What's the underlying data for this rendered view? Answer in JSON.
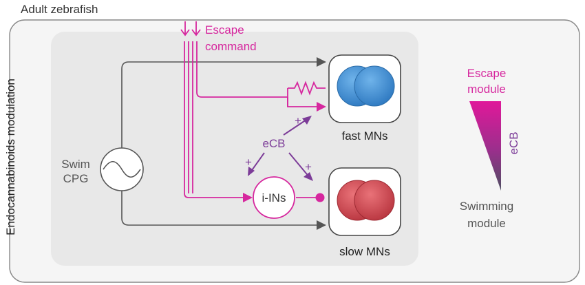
{
  "figure": {
    "title": "Adult zebrafish",
    "side_label": "Endocannabinoids modulation"
  },
  "circuit": {
    "escape_command": [
      "Escape",
      "command"
    ],
    "swim_cpg": [
      "Swim",
      "CPG"
    ],
    "ecb": "eCB",
    "plus": "+",
    "interneurons": "i-INs",
    "fast_mns": "fast MNs",
    "slow_mns": "slow MNs"
  },
  "gradient": {
    "top_label": [
      "Escape",
      "module"
    ],
    "axis_label": "eCB",
    "bottom_label": [
      "Swimming",
      "module"
    ]
  },
  "colors": {
    "escape_magenta": "#d6279e",
    "ecb_purple": "#7c3c98",
    "neutral_line": "#555555",
    "fast_mn_blue": "#3f8fd2",
    "slow_mn_red": "#d24b55",
    "outer_panel": "#f5f5f5",
    "inner_panel": "#e8e8e8"
  },
  "icons": [
    "oscillator-icon",
    "resistor-icon",
    "synapse-arrow-icon",
    "inhibitory-synapse-icon"
  ]
}
